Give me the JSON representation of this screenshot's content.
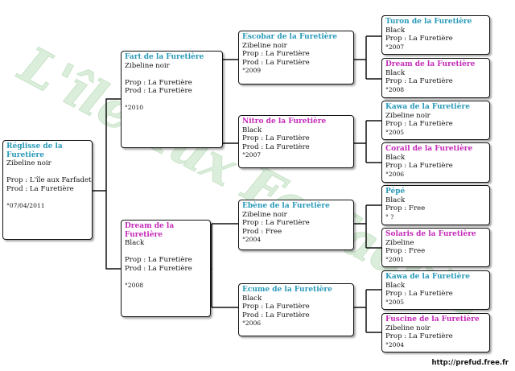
{
  "watermark": "L'île aux Farfadets",
  "footer": "http://prefud.free.fr",
  "cards": {
    "reglisse": {
      "name": "Réglisse de la Furetière",
      "color": "Zibeline  noir",
      "prop": "Prop : L'île aux Farfadets",
      "prod": "Prod : La Furetière",
      "year": "°07/04/2011"
    },
    "fart": {
      "name": "Fart de la Furetière",
      "color": "Zibeline  noir",
      "prop": "Prop : La Furetière",
      "prod": "Prod : La Furetière",
      "year": "°2010"
    },
    "dream1": {
      "name": "Dream de la Furetière",
      "color": "Black",
      "prop": "Prop : La Furetière",
      "prod": "Prod : La Furetière",
      "year": "°2008"
    },
    "escobar": {
      "name": "Escobar de la Furetière",
      "color": "Zibeline  noir",
      "prop": "Prop : La Furetière",
      "prod": "Prod : La Furetière",
      "year": "°2009"
    },
    "nitro": {
      "name": "Nitro de la Furetière",
      "color": "Black",
      "prop": "Prop : La Furetière",
      "prod": "Prod : La Furetière",
      "year": "°2007"
    },
    "ebene": {
      "name": "Ebène de la Furetière",
      "color": "Zibeline  noir",
      "prop": "Prop : La Furetière",
      "prod": "Prod : Free",
      "year": "°2004"
    },
    "ecume": {
      "name": "Ecume de la Furetière",
      "color": "Black",
      "prop": "Prop : La Furetière",
      "prod": "Prod : La Furetière",
      "year": "°2006"
    },
    "turon": {
      "name": "Turon de la Furetière",
      "color": "Black",
      "prop": "Prop : La Furetière",
      "year": "°2007"
    },
    "dream2": {
      "name": "Dream de la Furetière",
      "color": "Black",
      "prop": "Prop : La Furetière",
      "year": "°2008"
    },
    "kawa1": {
      "name": "Kawa de la Furetière",
      "color": "Zibeline  noir",
      "prop": "Prop : La Furetière",
      "year": "°2005"
    },
    "corail": {
      "name": "Corail de la Furetière",
      "color": "Black",
      "prop": "Prop : La Furetière",
      "year": "°2006"
    },
    "pepe": {
      "name": "Pépé",
      "color": "Black",
      "prop": "Prop : Free",
      "year": "° ?"
    },
    "solaris": {
      "name": "Solaris de la Furetière",
      "color": "Zibeline",
      "prop": "Prop : Free",
      "year": "°2001"
    },
    "kawa2": {
      "name": "Kawa de la Furetière",
      "color": "Black",
      "prop": "Prop : La Furetière",
      "year": "°2005"
    },
    "fuscine": {
      "name": "Fuscine de la Furetière",
      "color": "Zibeline  noir",
      "prop": "Prop : La Furetière",
      "year": "°2004"
    }
  }
}
